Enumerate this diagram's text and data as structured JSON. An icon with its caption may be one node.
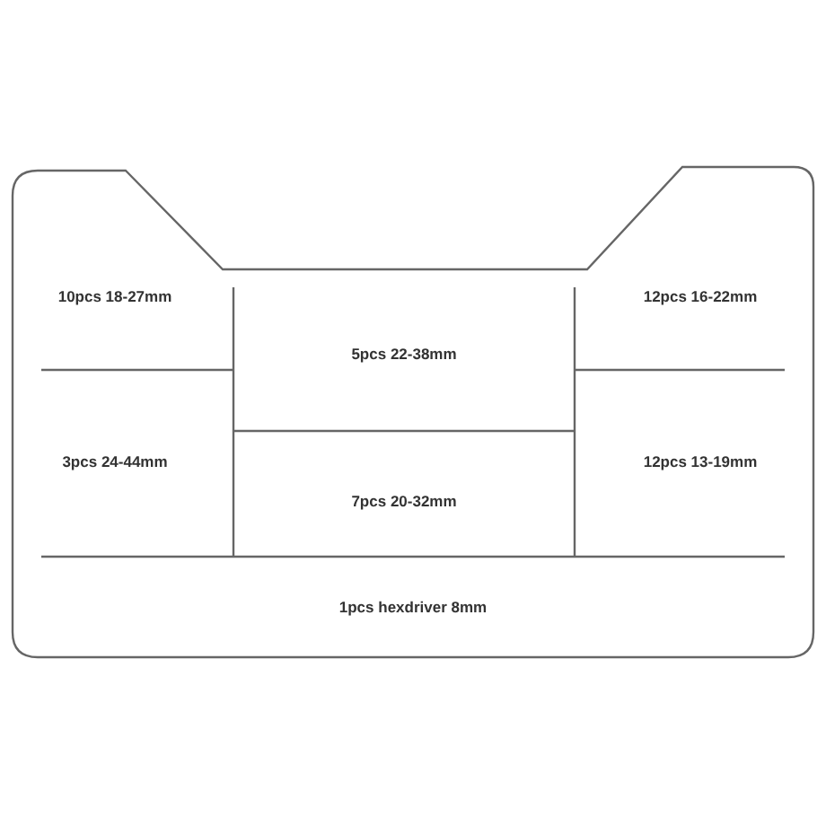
{
  "diagram": {
    "labels": [
      "10pcs 18-27mm",
      "12pcs 16-22mm",
      "5pcs 22-38mm",
      "3pcs 24-44mm",
      "12pcs 13-19mm",
      "7pcs 20-32mm",
      "1pcs hexdriver 8mm"
    ]
  }
}
